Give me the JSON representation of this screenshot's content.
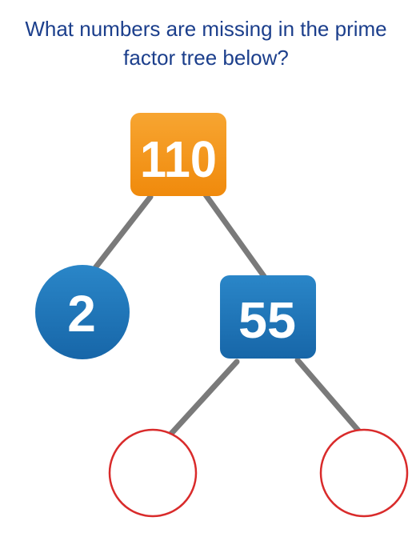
{
  "question": {
    "line1": "What numbers are missing in the prime",
    "line2": "factor tree below?"
  },
  "tree": {
    "root": {
      "value": "110",
      "color": "#f39110",
      "shape": "rounded-square"
    },
    "left_child": {
      "value": "2",
      "color": "#1f74b6",
      "shape": "circle"
    },
    "right_child": {
      "value": "55",
      "color": "#1f74b6",
      "shape": "rounded-square"
    },
    "missing_left": {
      "value": "",
      "outline_color": "#d92b2b",
      "shape": "empty-circle"
    },
    "missing_right": {
      "value": "",
      "outline_color": "#d92b2b",
      "shape": "empty-circle"
    },
    "connector_color": "#7a7a7a"
  }
}
